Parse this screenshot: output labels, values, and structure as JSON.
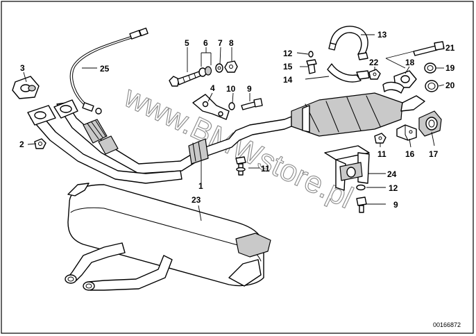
{
  "diagram": {
    "reference": "00166872",
    "watermark": "www.BMWstore.pl",
    "callouts": [
      {
        "id": "c1",
        "label": "1"
      },
      {
        "id": "c2",
        "label": "2"
      },
      {
        "id": "c3",
        "label": "3"
      },
      {
        "id": "c4",
        "label": "4"
      },
      {
        "id": "c5",
        "label": "5"
      },
      {
        "id": "c6",
        "label": "6"
      },
      {
        "id": "c7",
        "label": "7"
      },
      {
        "id": "c8",
        "label": "8"
      },
      {
        "id": "c9a",
        "label": "9"
      },
      {
        "id": "c9b",
        "label": "9"
      },
      {
        "id": "c10",
        "label": "10"
      },
      {
        "id": "c11a",
        "label": "11"
      },
      {
        "id": "c11b",
        "label": "11"
      },
      {
        "id": "c12a",
        "label": "12"
      },
      {
        "id": "c12b",
        "label": "12"
      },
      {
        "id": "c13",
        "label": "13"
      },
      {
        "id": "c14",
        "label": "14"
      },
      {
        "id": "c15",
        "label": "15"
      },
      {
        "id": "c16",
        "label": "16"
      },
      {
        "id": "c17",
        "label": "17"
      },
      {
        "id": "c18",
        "label": "18"
      },
      {
        "id": "c19",
        "label": "19"
      },
      {
        "id": "c20",
        "label": "20"
      },
      {
        "id": "c21",
        "label": "21"
      },
      {
        "id": "c22",
        "label": "22"
      },
      {
        "id": "c23",
        "label": "23"
      },
      {
        "id": "c24",
        "label": "24"
      },
      {
        "id": "c25",
        "label": "25"
      }
    ]
  }
}
